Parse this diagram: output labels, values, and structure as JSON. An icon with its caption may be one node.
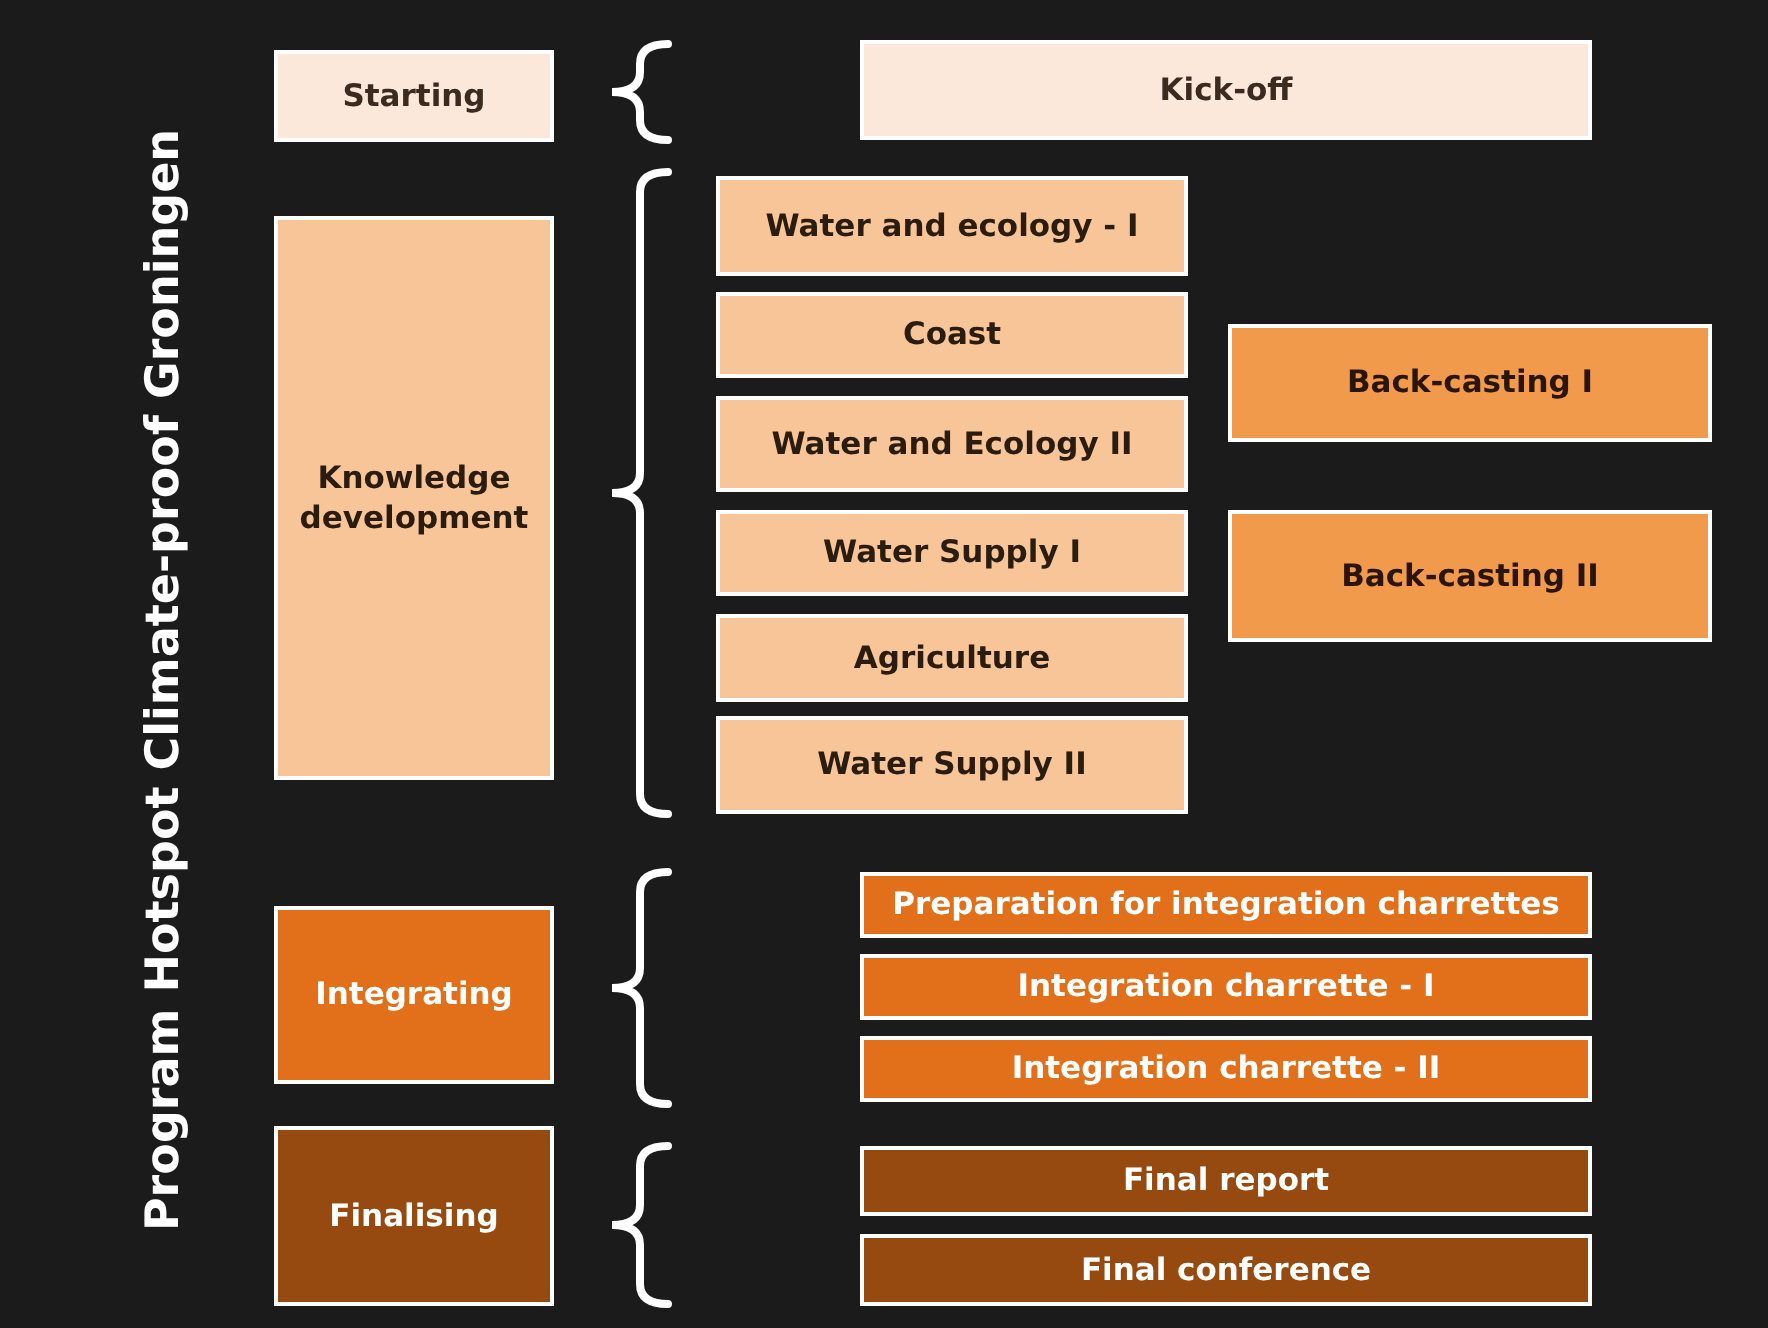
{
  "diagram": {
    "title": "Program Hotspot Climate-proof Groningen",
    "nodes": [
      {
        "text": [
          "Starting"
        ]
      },
      {
        "text": [
          "Kick-off"
        ]
      },
      {
        "text": [
          "Knowledge development"
        ]
      },
      {
        "text": [
          "Water and ecology - I"
        ]
      },
      {
        "text": [
          "Coast"
        ]
      },
      {
        "text": [
          "Water and Ecology II"
        ]
      },
      {
        "text": [
          "Back-casting I"
        ]
      },
      {
        "text": [
          "Water Supply I"
        ]
      },
      {
        "text": [
          "Back-casting II"
        ]
      },
      {
        "text": [
          "Agriculture"
        ]
      },
      {
        "text": [
          "Water Supply II"
        ]
      },
      {
        "text": [
          "Integrating"
        ]
      },
      {
        "text": [
          "Preparation for integration charrettes"
        ]
      },
      {
        "text": [
          "Integration charrette - I"
        ]
      },
      {
        "text": [
          "Integration charrette - II"
        ]
      },
      {
        "text": [
          "Finalising"
        ]
      },
      {
        "text": [
          "Final report"
        ]
      },
      {
        "text": [
          "Final conference"
        ]
      }
    ]
  }
}
